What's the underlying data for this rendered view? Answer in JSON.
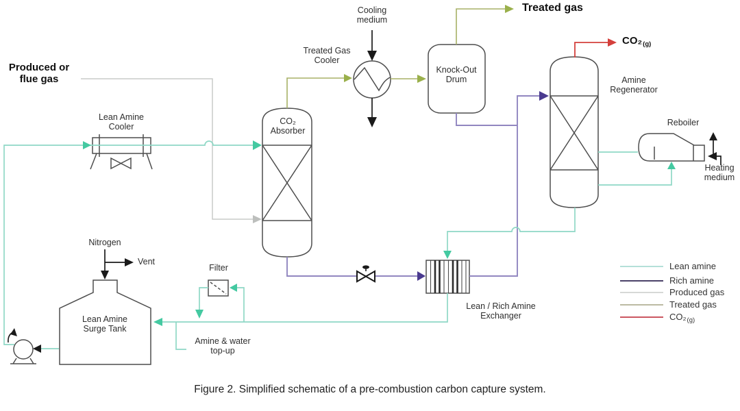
{
  "figure": {
    "caption": "Figure 2. Simplified schematic of a pre-combustion carbon capture system."
  },
  "streams": {
    "colors": {
      "lean_amine": "#8fd8c6",
      "lean_amine_arrow": "#44c9a1",
      "rich_amine": "#9186c0",
      "rich_amine_arrow": "#4a3a8f",
      "produced_gas": "#c9cbc9",
      "treated_gas": "#a7b166",
      "co2": "#d4403c"
    }
  },
  "labels": {
    "feed_line1": "Produced or",
    "feed_line2": "flue gas",
    "lean_amine_cooler_line1": "Lean Amine",
    "lean_amine_cooler_line2": "Cooler",
    "absorber_line1": "CO₂",
    "absorber_line2": "Absorber",
    "treated_gas_cooler_line1": "Treated Gas",
    "treated_gas_cooler_line2": "Cooler",
    "cooling_medium_line1": "Cooling",
    "cooling_medium_line2": "medium",
    "knock_out_drum_line1": "Knock-Out",
    "knock_out_drum_line2": "Drum",
    "treated_gas": "Treated gas",
    "co2_main": "CO₂",
    "co2_sub": "(g)",
    "regenerator_line1": "Amine",
    "regenerator_line2": "Regenerator",
    "reboiler": "Reboiler",
    "heating_medium_line1": "Heating",
    "heating_medium_line2": "medium",
    "exchanger_line1": "Lean / Rich Amine",
    "exchanger_line2": "Exchanger",
    "filter": "Filter",
    "nitrogen": "Nitrogen",
    "vent": "Vent",
    "surge_tank_line1": "Lean Amine",
    "surge_tank_line2": "Surge Tank",
    "top_up_line1": "Amine & water",
    "top_up_line2": "top-up"
  },
  "legend": {
    "items": [
      {
        "label": "Lean amine",
        "color": "#a9dcd3"
      },
      {
        "label": "Rich amine",
        "color": "#4a4168"
      },
      {
        "label": "Produced gas",
        "color": "#c9cbc9"
      },
      {
        "label": "Treated gas",
        "color": "#b2b095"
      },
      {
        "label": "CO₂",
        "sub": "(g)",
        "color": "#cb5660"
      }
    ]
  }
}
